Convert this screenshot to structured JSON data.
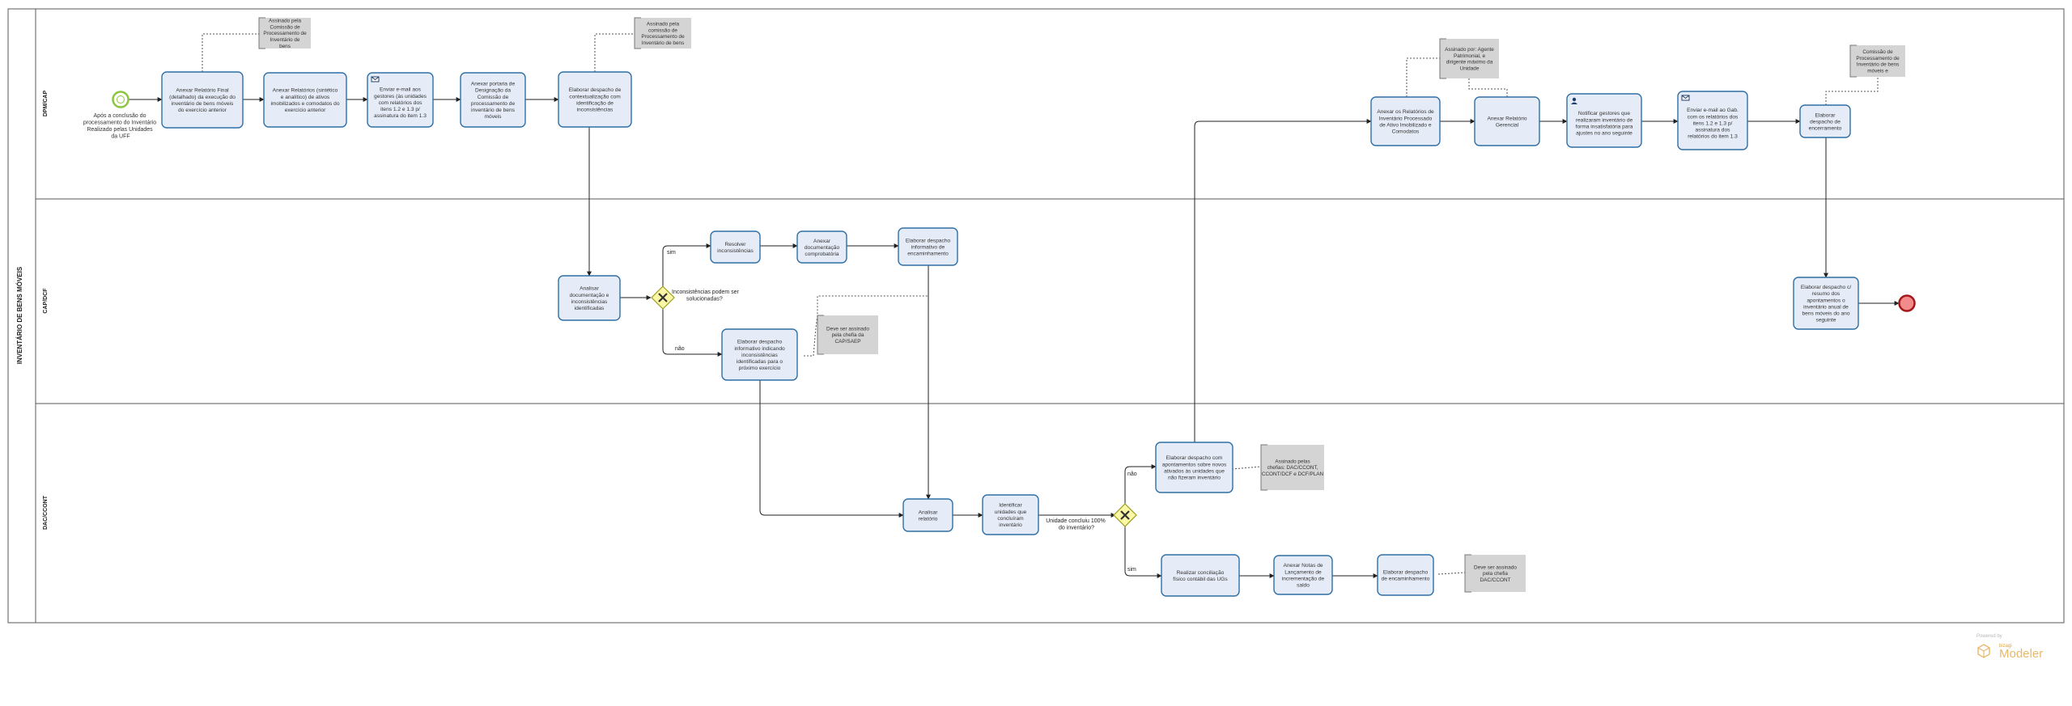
{
  "pool": {
    "label": "INVENTÁRIO DE BENS MÓVEIS"
  },
  "lanes": [
    {
      "id": "dpm",
      "label": "DPM/CAP"
    },
    {
      "id": "cap",
      "label": "CAP/DCF"
    },
    {
      "id": "dac",
      "label": "DAC/CCONT"
    }
  ],
  "start_event": {
    "label": "Após a conclusão do processamento do Inventário Realizado pelas Unidades da UFF"
  },
  "tasks": [
    {
      "id": "t1",
      "label": "Anexar Relatório Final (detalhado) da execução do inventário de bens móveis do exercício anterior",
      "message": false,
      "user": false
    },
    {
      "id": "t2",
      "label": "Anexar Relatórios (sintético e analítico) de ativos imobilizados e comodatos do exercício anterior",
      "message": false,
      "user": false
    },
    {
      "id": "t3",
      "label": "Enviar e-mail aos gestores (às unidades com relatórios dos itens 1.2 e 1.3 p/ assinatura do item 1.3",
      "message": true,
      "user": false
    },
    {
      "id": "t4",
      "label": "Anexar portaria de Designação da Comissão de processamento de inventário de bens móveis",
      "message": false,
      "user": false
    },
    {
      "id": "t5",
      "label": "Elaborar despacho de contextualização com identificação de inconsistências",
      "message": false,
      "user": false
    },
    {
      "id": "t6",
      "label": "Analisar documentação e inconsistências identificadas",
      "message": false,
      "user": false
    },
    {
      "id": "t7",
      "label": "Resolver inconsistências",
      "message": false,
      "user": false
    },
    {
      "id": "t8",
      "label": "Anexar documentação comprobatória",
      "message": false,
      "user": false
    },
    {
      "id": "t9",
      "label": "Elaborar despacho informativo de encaminhamento",
      "message": false,
      "user": false
    },
    {
      "id": "t10",
      "label": "Elaborar despacho informativo indicando inconsistências identificadas para o próximo exercício",
      "message": false,
      "user": false
    },
    {
      "id": "t11",
      "label": "Analisar relatório",
      "message": false,
      "user": false
    },
    {
      "id": "t12",
      "label": "Identificar unidades que concluíram inventário",
      "message": false,
      "user": false
    },
    {
      "id": "t13",
      "label": "Elaborar despacho com apontamentos sobre novos ativados às unidades que não fizeram inventário",
      "message": false,
      "user": false
    },
    {
      "id": "t14",
      "label": "Realizar conciliação físico contábil das UGs",
      "message": false,
      "user": false
    },
    {
      "id": "t15",
      "label": "Anexar Notas de Lançamento de incrementação de saldo",
      "message": false,
      "user": false
    },
    {
      "id": "t16",
      "label": "Elaborar despacho de encaminhamento",
      "message": false,
      "user": false
    },
    {
      "id": "t17",
      "label": "Anexar os Relatórios de Inventário Processado de Ativo Imobilizado e Comodatos",
      "message": false,
      "user": false
    },
    {
      "id": "t18",
      "label": "Anexar Relatório Gerencial",
      "message": false,
      "user": false
    },
    {
      "id": "t19",
      "label": "Notificar gestores que realizaram inventário de forma insatisfatória para ajustes no ano seguinte",
      "message": false,
      "user": true
    },
    {
      "id": "t20",
      "label": "Enviar e-mail ao Gab. com os relatórios dos itens 1.2 e 1.3 p/ assinatura dos relatórios do item 1.3",
      "message": true,
      "user": false
    },
    {
      "id": "t21",
      "label": "Elaborar despacho de encerramento",
      "message": false,
      "user": false
    },
    {
      "id": "t22",
      "label": "Elaborar despacho c/ resumo dos apontamentos o inventário anual de bens móveis do ano seguinte",
      "message": false,
      "user": false
    }
  ],
  "gateways": [
    {
      "id": "g1",
      "label": "Inconsistências podem ser solucionadas?"
    },
    {
      "id": "g2",
      "label": "Unidade concluiu 100% do inventário?"
    }
  ],
  "flow_labels": {
    "g1_yes": "sim",
    "g1_no": "não",
    "g2_no": "não",
    "g2_yes": "sim"
  },
  "annotations": [
    {
      "id": "a1",
      "label": "Assinado pela Comissão de Processamento de Inventário de bens"
    },
    {
      "id": "a2",
      "label": "Assinado pela comissão de Processamento de Inventário de bens"
    },
    {
      "id": "a3",
      "label": "Deve ser assinado pela chefia da CAP/SAEP"
    },
    {
      "id": "a4",
      "label": "Assinado pelas chefias: DAC/CCONT, CCONT/DCF e DCF/PLAN"
    },
    {
      "id": "a5",
      "label": "Deve ser assinado pela chefia DAC/CCONT"
    },
    {
      "id": "a6",
      "label": "Assinado por: Agente Patrimonial, e dirigente máximo da Unidade"
    },
    {
      "id": "a7",
      "label": "Comissão de Processamento de Inventário de bens móveis e"
    }
  ],
  "watermark": {
    "powered": "Powered by",
    "brand": "bizagi",
    "product": "Modeler"
  },
  "colors": {
    "task_fill": "#e6ecf7",
    "task_stroke": "#2f6fa6",
    "gateway_fill": "#faf7a5",
    "gateway_stroke": "#9b9b23",
    "start": "#8cc63f",
    "end_fill": "#f28b8b",
    "end_stroke": "#a2181b",
    "annotation": "#d4d4d4",
    "lane_line": "#5a5a5a"
  }
}
